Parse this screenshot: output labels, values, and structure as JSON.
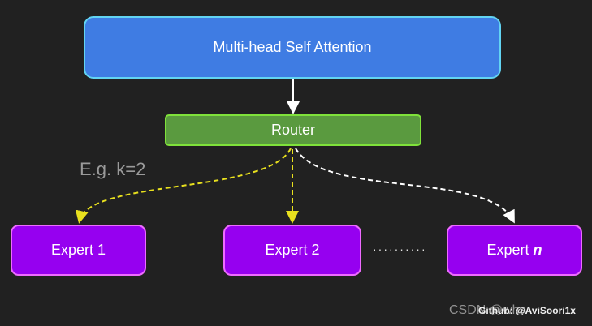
{
  "attention": {
    "label": "Multi-head Self Attention"
  },
  "router": {
    "label": "Router"
  },
  "note": {
    "text": "E.g. k=2"
  },
  "experts": [
    {
      "label": "Expert 1"
    },
    {
      "label": "Expert 2"
    },
    {
      "label": "Expert",
      "suffix": "n"
    }
  ],
  "ellipsis": "··········",
  "watermarks": {
    "csdn": "CSDN @wha",
    "github": "Github: @AviSoori1x"
  },
  "colors": {
    "attention_fill": "#3f7ce3",
    "attention_border": "#62d4f2",
    "router_fill": "#5a9a3f",
    "router_border": "#7fe23a",
    "expert_fill": "#9600f0",
    "expert_border": "#ee6bff",
    "selected_route": "#e8e01e",
    "unselected_route": "#ffffff"
  }
}
